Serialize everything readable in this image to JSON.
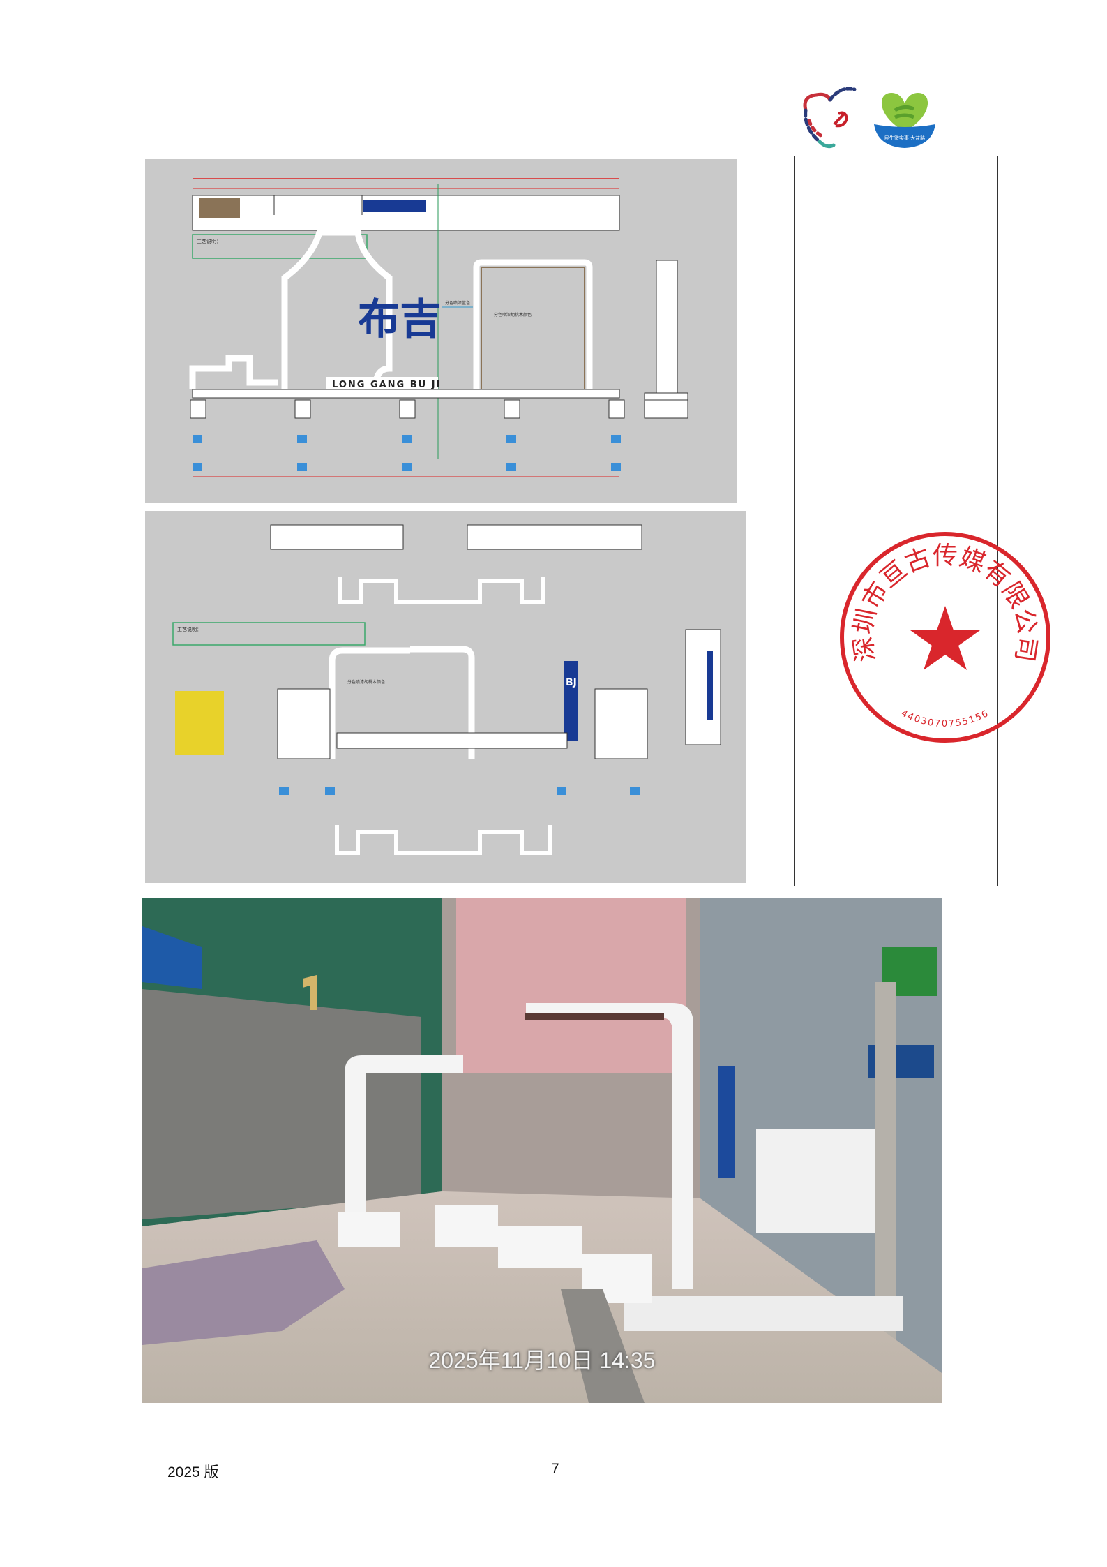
{
  "header": {
    "logos": [
      {
        "name": "party-heart-logo"
      },
      {
        "name": "livelihood-project-logo",
        "text": "民生微实事·大益路"
      }
    ]
  },
  "drawing_top": {
    "brand_cn": "布吉",
    "brand_en": "LONG GANG BU JI",
    "notes_title": "工艺说明：",
    "callout_blue": "分色喷漆蓝色",
    "callout_wood": "分色喷漆胡桃木颜色"
  },
  "drawing_bottom": {
    "notes_title": "工艺说明：",
    "callout_wood": "分色喷漆胡桃木颜色",
    "vertical_letters": "BJ"
  },
  "stamp": {
    "company": "深圳市亘古传媒有限公司",
    "number": "4403070755156",
    "color": "#d9262c"
  },
  "photo": {
    "timestamp": "2025年11月10日 14:35"
  },
  "footer": {
    "edition": "2025 版",
    "page_number": "7"
  }
}
